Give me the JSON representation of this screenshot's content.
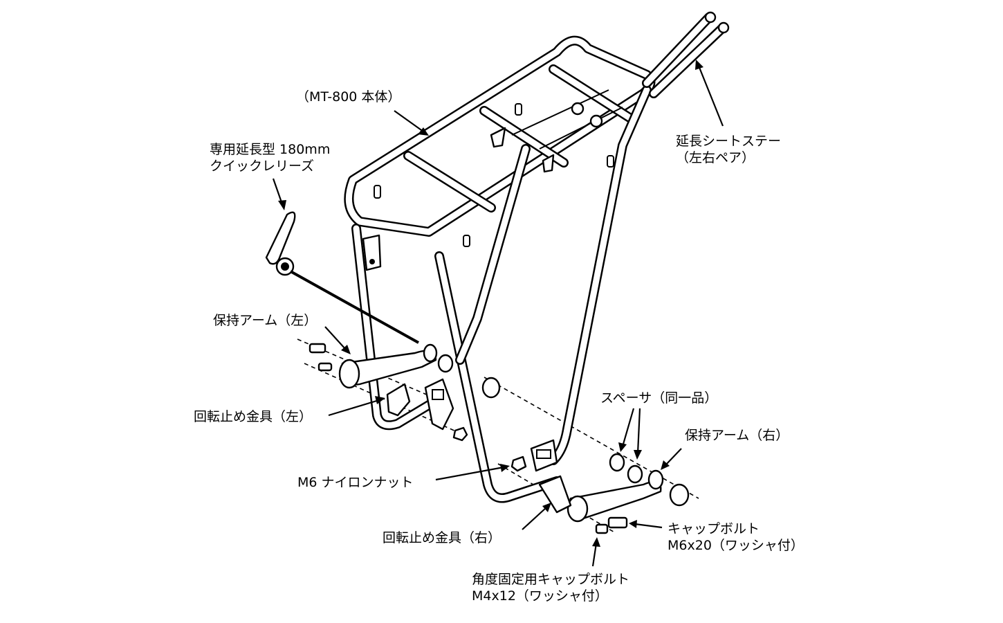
{
  "labels": {
    "main_body": "（MT-800 本体）",
    "quick_release": [
      "専用延長型 180mm",
      "クイックレリーズ"
    ],
    "seat_stay": [
      "延長シートステー",
      "（左右ペア）"
    ],
    "arm_left": "保持アーム（左）",
    "rot_stop_left": "回転止め金具（左）",
    "spacer": "スペーサ（同一品）",
    "arm_right": "保持アーム（右）",
    "nylon_nut": "M6 ナイロンナット",
    "cap_bolt_m6": [
      "キャップボルト",
      "M6x20（ワッシャ付）"
    ],
    "rot_stop_right": "回転止め金具（右）",
    "cap_bolt_m4": [
      "角度固定用キャップボルト",
      "M4x12（ワッシャ付）"
    ]
  }
}
